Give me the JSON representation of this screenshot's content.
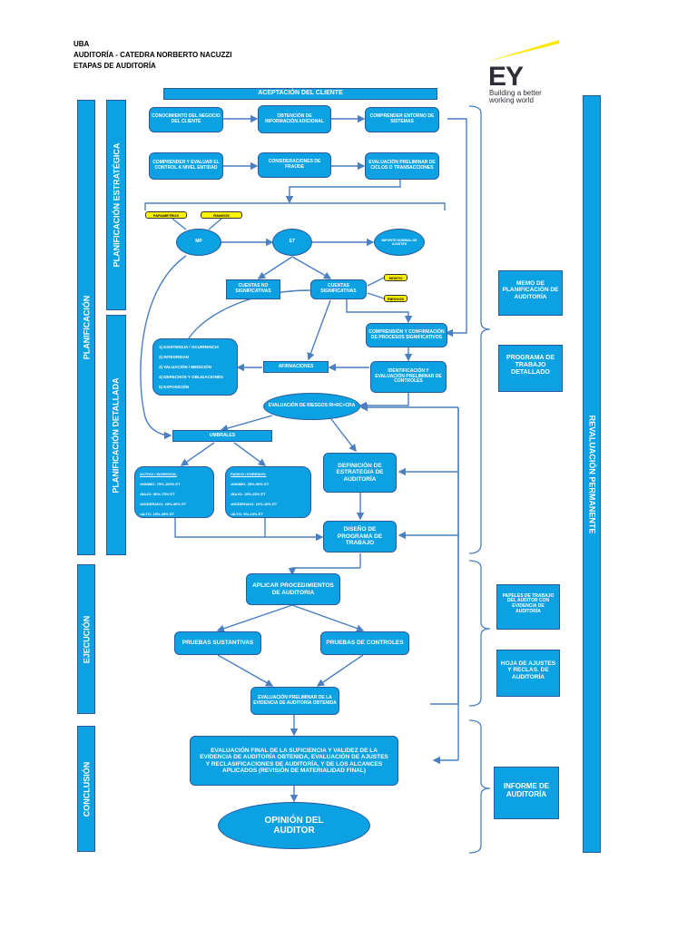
{
  "header": {
    "line1": "UBA",
    "line2": "AUDITORÍA - CATEDRA NORBERTO NACUZZI",
    "line3": "ETAPAS DE AUDITORÍA"
  },
  "logo": {
    "name": "EY",
    "tagline_1": "Building a better",
    "tagline_2": "working world",
    "brand_color": "#ffe600"
  },
  "colors": {
    "box_fill": "#0ba1e2",
    "box_border": "#2a5a9e",
    "tag_fill": "#fff200",
    "connector": "#4a7fc1"
  },
  "phases": {
    "planificacion": "Planificación",
    "estrategica": "Planificación Estratégica",
    "detallada": "Planificación Detallada",
    "ejecucion": "Ejecución",
    "conclusion": "Conclusión",
    "revaluacion": "Revaluación Permanente"
  },
  "nodes": {
    "aceptacion": "ACEPTACIÓN DEL CLIENTE",
    "conocimiento": "CONOCIMIENTO DEL NEGOCIO DEL CLIENTE",
    "obtencion": "OBTENCIÓN DE INFORMACIÓN ADICIONAL",
    "comprender_entorno": "COMPRENDER ENTORNO DE SISTEMAS",
    "comprender_control": "COMPRENDER Y EVALUAR EL CONTROL A NIVEL ENTIDAD",
    "fraude": "CONSIDERACIONES DE FRAUDE",
    "evaluacion_ciclos": "EVALUACIÓN PRELIMINAR DE CICLOS O TRANSACCIONES",
    "parametros": "PARAMETROS",
    "rangos": "RANGOS",
    "mp": "MP",
    "et": "ET",
    "importe": "IMPORTE NOMINAL DE AJUSTES",
    "cuentas_no": "CUENTAS NO SIGNIFICATIVAS",
    "cuentas_si": "CUENTAS SIGNIFICATIVAS",
    "monto": "MONTO",
    "riesgos": "RIESGOS",
    "comprension": "COMPRENSIÓN Y CONFIRMACIÓN DE PROCESOS SIGNIFICATIVOS",
    "afirmaciones": "AFIRMACIONES",
    "identificacion": "IDENTIFICACIÓN Y EVALUACIÓN PRELIMINAR DE CONTROLES",
    "evaluacion_riesgos": "EVALUACIÓN DE RIESGOS RI=RC+CRA",
    "umbrales": "UMBRALES",
    "definicion": "DEFINICIÓN DE ESTRATEGIA DE AUDITORÍA",
    "diseno": "DISEÑO DE PROGRAMA DE TRABAJO",
    "aplicar": "APLICAR PROCEDIMIENTOS DE AUDITORIA",
    "sustantivas": "PRUEBAS SUSTANTIVAS",
    "controles": "PRUEBAS DE CONTROLES",
    "eval_preliminar": "EVALUACIÓN PRELIMINAR DE LA EVIDENCIA DE AUDITORÍA OBTENIDA",
    "eval_final": "EVALUACIÓN FINAL DE LA SUFICIENCIA Y VALIDEZ DE LA EVIDENCIA DE AUDITORÍA OBTENIDA, EVALUACIÓN DE AJUSTES Y RECLASIFICACIONES DE AUDITORÍA, Y DE LOS ALCANCES APLICADOS (REVISIÓN DE MATERIALIDAD FINAL)",
    "opinion": "OPINIÓN DEL AUDITOR"
  },
  "assertions": [
    "1) EXISTENCIA / OCURRENCIA",
    "2) INTEGRIDAD",
    "3) VALUACIÓN / MEDICIÓN",
    "4) DERECHOS Y OBLIGACIONES",
    "5) EXPOSICIÓN"
  ],
  "umbral_activo": {
    "title": "ACTIVO / INGRESOS:",
    "items": [
      "•MINIMO: 75%-100% ET",
      "•BAJO: 50%-75% ET",
      "•MODERADO: 25%-50% ET",
      "•ALTO: 10%-25% ET"
    ]
  },
  "umbral_pasivo": {
    "title": "PASIVO / EGRESOS:",
    "items": [
      "•MINIMO: 25%-50% ET",
      "•BAJO: 15%-25% ET",
      "•MODERADO: 10%-15% ET",
      "•ALTO: 5%-10% ET"
    ]
  },
  "outputs": {
    "memo": "MEMO DE PLANIFICACIÓN DE AUDITORÍA",
    "programa": "PROGRAMA DE TRABAJO DETALLADO",
    "papeles": "PAPELES DE TRABAJO DEL AUDITOR CON EVIDENCIA DE AUDITORÍA",
    "hoja": "HOJA DE AJUSTES Y RECLAS. DE AUDITORÍA",
    "informe": "INFORME DE AUDITORÍA"
  }
}
